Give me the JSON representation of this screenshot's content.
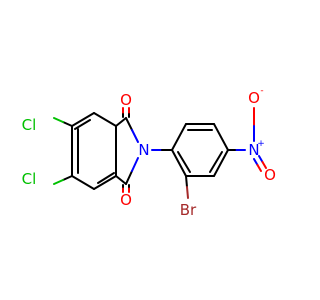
{
  "colors": {
    "bond": "#000000",
    "oxygen": "#ff0000",
    "nitrogen": "#0000ff",
    "chlorine": "#00c000",
    "bromine": "#a52a2a",
    "background": "#ffffff"
  },
  "atoms": {
    "o_top": "O",
    "o_bottom": "O",
    "n_imide": "N",
    "cl_upper": "Cl",
    "cl_lower": "Cl",
    "br": "Br",
    "n_nitro": "N",
    "n_nitro_charge": "+",
    "o_nitro_top": "O",
    "o_nitro_top_charge": "-",
    "o_nitro_bottom": "O"
  }
}
